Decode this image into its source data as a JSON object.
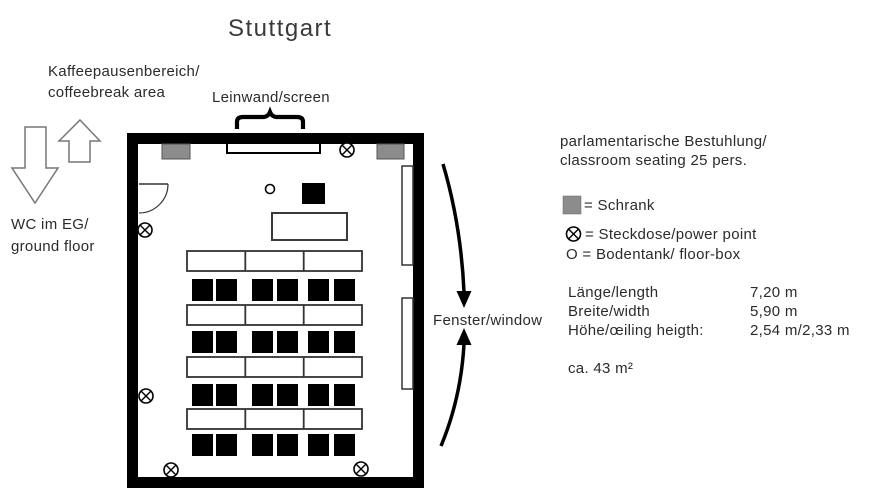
{
  "title": "Stuttgart",
  "annotations": {
    "coffee_line1": "Kaffeepausenbereich/",
    "coffee_line2": "coffeebreak area",
    "screen_label": "Leinwand/screen",
    "wc_line1": "WC im EG/",
    "wc_line2": "ground floor",
    "window_label": "Fenster/window"
  },
  "legend": {
    "seating_line1": "parlamentarische Bestuhlung/",
    "seating_line2": "classroom seating 25 pers.",
    "schrank_label": "= Schrank",
    "steckdose_label": "= Steckdose/power point",
    "bodentank_label": "O = Bodentank/ floor-box",
    "schrank_color": "#8c8c8c"
  },
  "dimensions": {
    "length_label": "Länge/length",
    "length_value": "7,20 m",
    "width_label": "Breite/width",
    "width_value": "5,90 m",
    "height_label": "Höhe/œiling heigth:",
    "height_value": "2,54 m/2,33 m",
    "area": "ca. 43 m²"
  },
  "plan": {
    "room_name": "Stuttgart",
    "seating_type": "parlamentarische Bestuhlung / classroom seating",
    "persons": 25,
    "table_rows": 4,
    "chair_rows": 4,
    "chairs_per_row": 6,
    "power_points": 5,
    "floor_boxes": 1,
    "cabinets": 2,
    "wall_color": "#000000"
  }
}
